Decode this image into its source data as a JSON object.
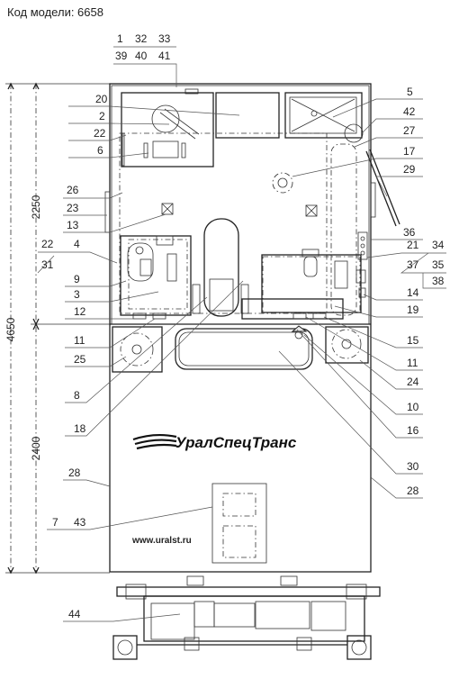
{
  "caption": "Код модели: 6658",
  "brand": "УралСпецТранс",
  "website": "www.uralst.ru",
  "dimensions": {
    "total": "4650",
    "upper": "2250",
    "lower": "2400"
  },
  "callouts": {
    "c1": "1",
    "c32": "32",
    "c33": "33",
    "c39": "39",
    "c40": "40",
    "c41": "41",
    "c20": "20",
    "c2": "2",
    "c22a": "22",
    "c6": "6",
    "c26": "26",
    "c23": "23",
    "c13": "13",
    "c22b": "22",
    "c4": "4",
    "c31": "31",
    "c9": "9",
    "c3": "3",
    "c12": "12",
    "c11a": "11",
    "c25": "25",
    "c8": "8",
    "c18": "18",
    "c28a": "28",
    "c7": "7",
    "c43": "43",
    "c44": "44",
    "c5": "5",
    "c42": "42",
    "c27": "27",
    "c17": "17",
    "c29": "29",
    "c36": "36",
    "c21": "21",
    "c34": "34",
    "c37": "37",
    "c35": "35",
    "c38": "38",
    "c14": "14",
    "c19": "19",
    "c15": "15",
    "c11b": "11",
    "c24": "24",
    "c10": "10",
    "c16": "16",
    "c30": "30",
    "c28b": "28"
  }
}
